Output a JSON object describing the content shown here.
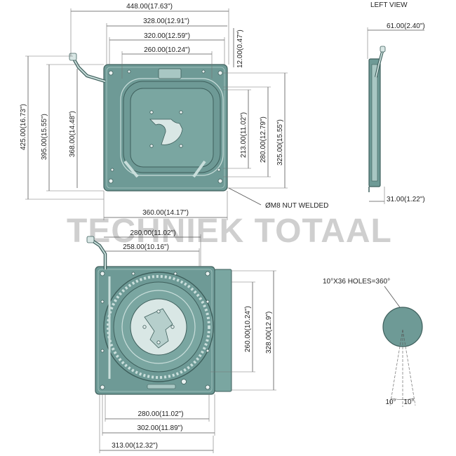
{
  "left_view": {
    "title": "LEFT VIEW",
    "dim_width": "61.00(2.40\")",
    "dim_bottom": "31.00(1.22\")"
  },
  "top_view": {
    "dim_overall": "448.00(17.63\")",
    "dim_328": "328.00(12.91\")",
    "dim_320": "320.00(12.59\")",
    "dim_260": "260.00(10.24\")",
    "dim_12": "12.00(0.47\")",
    "dim_425": "425.00(16.73\")",
    "dim_395": "395.00(15.55\")",
    "dim_368": "368.00(14.48\")",
    "dim_213": "213.00(11.02\")",
    "dim_280": "280.00(12.79\")",
    "dim_325": "325.00(15.55\")",
    "dim_360": "360.00(14.17\")",
    "nut_label": "ØM8 NUT WELDED"
  },
  "watermark": "TECHNIEK TOTAAL",
  "bottom_view": {
    "dim_280_top": "280.00(11.02\")",
    "dim_258": "258.00(10.16\")",
    "dim_260_r": "260.00(10.24\")",
    "dim_328_r": "328.00(12.9\")",
    "dim_280_b": "280.00(11.02\")",
    "dim_302": "302.00(11.89\")",
    "dim_313": "313.00(12.32\")"
  },
  "holes_detail": {
    "label": "10°X36 HOLES=360°",
    "angle_left": "10°",
    "angle_right": "10°"
  }
}
